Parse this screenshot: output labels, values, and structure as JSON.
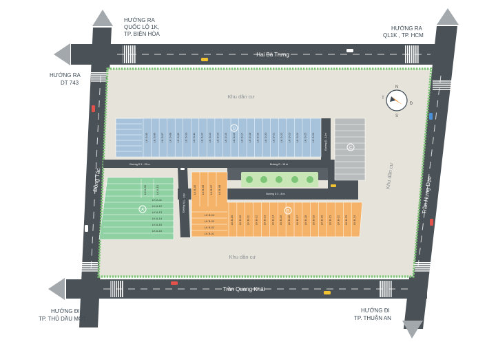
{
  "directions": {
    "top_left": [
      "HƯỚNG RA",
      "QUỐC LỘ 1K,",
      "TP. BIÊN HÒA"
    ],
    "top_right": [
      "HƯỚNG RA",
      "QL1K , TP. HCM"
    ],
    "left": [
      "HƯỚNG RA",
      "DT 743"
    ],
    "bottom_left": [
      "HƯỚNG ĐI",
      "TP. THỦ DẦU MỘT"
    ],
    "bottom_right": [
      "HƯỚNG ĐI",
      "TP. THUẬN AN"
    ]
  },
  "roads": {
    "top": "Hai Bà Trưng",
    "bottom": "Trần Quang Khải",
    "left": "Đồng Tác",
    "right": "Trần Hưng Đạo",
    "internal_1": "Đường D 1 - 15 m",
    "internal_2": "Đường D - 15 m",
    "internal_3": "Đường D 2 - 8 m",
    "internal_vertical_left": "Đường N 1 - 12m",
    "internal_vertical_right": "Đường D - 12m"
  },
  "zones": {
    "residential_top": "Khu dân cư",
    "residential_bottom": "Khu dân cư",
    "residential_right": "Khu dân cư"
  },
  "compass": {
    "n": "N",
    "s": "S",
    "e": "Đ",
    "w": "T"
  },
  "blocks": {
    "A": {
      "label": "A",
      "lots_right": [
        "LK A-11",
        "LK A-12",
        "LK A-13",
        "LK A-14",
        "LK A-15",
        "LK A-16"
      ],
      "lots_top": [
        "LK A-09",
        "LK A-10"
      ]
    },
    "B": {
      "label": "B",
      "lots_top": [
        "LK B-05",
        "LK B-06",
        "LK B-07",
        "LK B-08"
      ],
      "lots_left": [
        "LK B-04",
        "LK B-03",
        "LK B-02",
        "LK B-01"
      ],
      "lots_row": [
        "LK B-09",
        "LK B-10",
        "LK B-11",
        "LK B-12",
        "LK B-13",
        "LK B-14",
        "LK B-15",
        "LK B-16",
        "LK B-17",
        "LK B-18",
        "LK B-19",
        "LK B-20",
        "LK B-21",
        "LK B-22",
        "LK B-23",
        "LK B-24"
      ]
    },
    "C": {
      "label": "C"
    },
    "D": {
      "label": "D",
      "lots": [
        "LK D-05",
        "LK D-06",
        "LK D-07",
        "LK D-08",
        "LK D-09",
        "LK D-10",
        "LK D-11",
        "LK D-12",
        "LK D-13",
        "LK D-14",
        "LK D-15",
        "LK D-16",
        "LK D-17",
        "LK D-18",
        "LK D-19",
        "LK D-20",
        "LK D-21",
        "LK D-22",
        "LK D-23",
        "LK D-24",
        "LK D-25",
        "LK D-26"
      ]
    }
  },
  "colors": {
    "road": "#4b5257",
    "ground": "#e6e3da",
    "block_a": "#8fd1a2",
    "block_b": "#f5b36a",
    "block_c": "#b9bcbc",
    "block_d": "#a7c3dc",
    "greenery": "#7cc576",
    "arrow": "#a3a8ac"
  }
}
